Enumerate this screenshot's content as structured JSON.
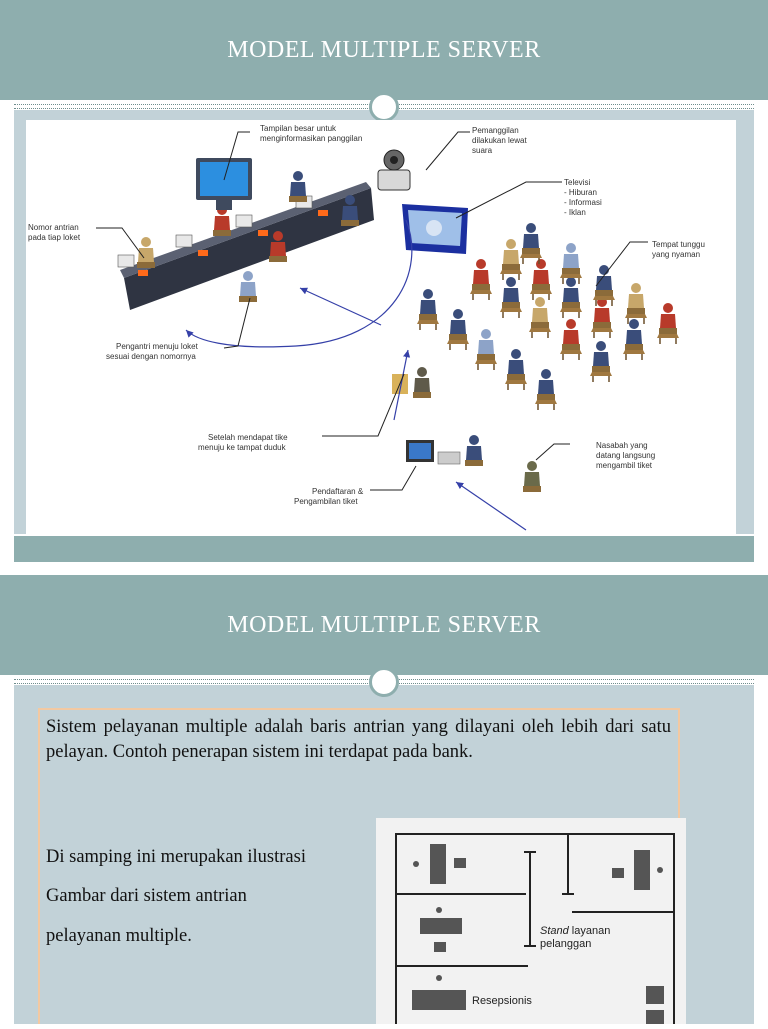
{
  "slide1": {
    "title": "MODEL  MULTIPLE  SERVER",
    "labels": {
      "display": [
        "Tampilan besar untuk",
        "menginformasikan panggilan"
      ],
      "caller": [
        "Pemanggilan",
        "dilakukan lewat",
        "suara"
      ],
      "tv": [
        "Televisi",
        "- Hiburan",
        "- Informasi",
        "- Iklan"
      ],
      "counter_no": [
        "Nomor antrian",
        "pada tiap loket"
      ],
      "waiting": [
        "Tempat tunggu",
        "yang nyaman"
      ],
      "to_counter": [
        "Pengantri menuju loket",
        "sesuai dengan nomornya"
      ],
      "to_seat": [
        "Setelah mendapat tike",
        "menuju ke tampat duduk"
      ],
      "customer": [
        "Nasabah yang",
        "datang langsung",
        "mengambil tiket"
      ],
      "registration": [
        "Pendaftaran &",
        "Pengambilan tiket"
      ]
    }
  },
  "slide2": {
    "title": "MODEL  MULTIPLE  SERVER",
    "paragraph": "Sistem pelayanan multiple adalah baris antrian yang dilayani oleh lebih dari satu pelayan. Contoh penerapan sistem ini terdapat pada bank.",
    "side_lines": [
      " Di samping ini merupakan ilustrasi",
      "Gambar dari sistem antrian",
      "pelayanan multiple."
    ],
    "floor_labels": {
      "stand_italic": "Stand",
      "stand_rest": " layanan",
      "stand_line2": "pelanggan",
      "reception": "Resepsionis"
    }
  },
  "colors": {
    "title_bar": "#8eaeae",
    "content_bg": "#c2d2d8",
    "box_border": "#f3c9a2",
    "arrow": "#3540a8"
  }
}
